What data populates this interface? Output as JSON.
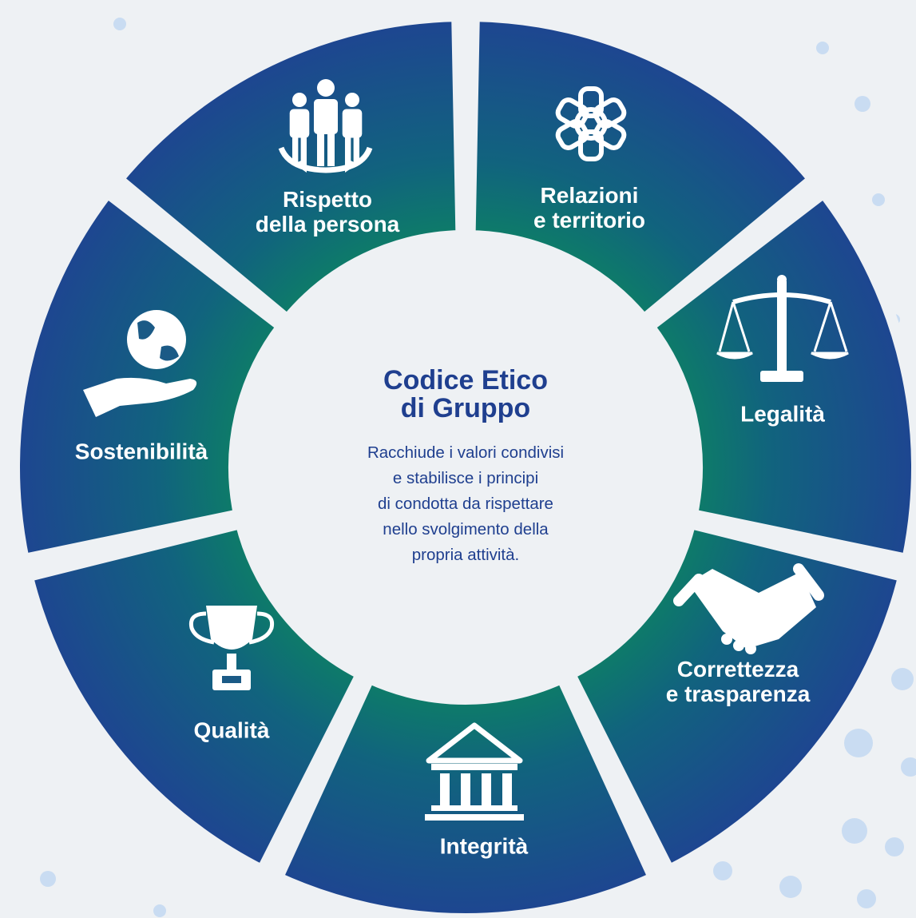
{
  "center": {
    "title": [
      "Codice Etico",
      "di Gruppo"
    ],
    "description": [
      "Racchiude i valori condivisi",
      "e stabilisce i principi",
      "di condotta da rispettare",
      "nello svolgimento della",
      "propria attività."
    ]
  },
  "segments": [
    {
      "id": "rispetto",
      "label": [
        "Rispetto",
        "della persona"
      ],
      "icon": "people-circle-icon"
    },
    {
      "id": "relazioni",
      "label": [
        "Relazioni",
        "e territorio"
      ],
      "icon": "linked-hands-icon"
    },
    {
      "id": "legalita",
      "label": [
        "Legalità"
      ],
      "icon": "scales-icon"
    },
    {
      "id": "correttezza",
      "label": [
        "Correttezza",
        "e trasparenza"
      ],
      "icon": "handshake-icon"
    },
    {
      "id": "integrita",
      "label": [
        "Integrità"
      ],
      "icon": "classical-building-icon"
    },
    {
      "id": "qualita",
      "label": [
        "Qualità"
      ],
      "icon": "trophy-icon"
    },
    {
      "id": "sostenibilita",
      "label": [
        "Sostenibilità"
      ],
      "icon": "globe-hand-icon"
    }
  ],
  "colors": {
    "segment_outer": "#1e4591",
    "segment_inner": "#0a8a5c",
    "center_text": "#1f3f8f",
    "background": "#eef1f4",
    "label": "#ffffff"
  }
}
